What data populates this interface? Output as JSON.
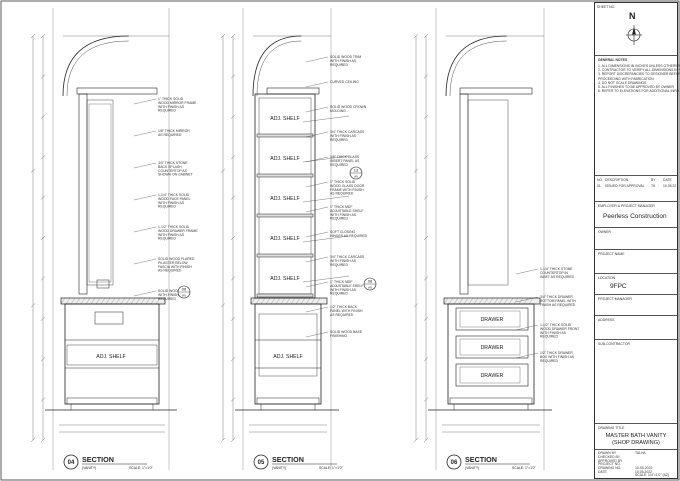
{
  "sections": [
    {
      "number": "04",
      "title": "SECTION",
      "sub": "(VANITY)",
      "scale": "SCALE: 1\"=1'0\"",
      "shelf_labels": [
        "ADJ. SHELF"
      ],
      "notes": [
        "1\" THICK SOLID WOOD MIRROR FRAME WITH FINISH AS REQUIRED",
        "1/8\" THICK MIRROR AS REQUIRED",
        "3/4\" THICK STONE BACK SPLASH COUNTERTOP AS SHOWN ON CABINET",
        "1-1/4\" THICK SOLID WOOD FACE PANEL WITH FINISH AS REQUIRED",
        "1-1/2\" THICK SOLID WOOD DRAWER FRAME WITH FINISH AS REQUIRED",
        "SOLID WOOD FLARED PILASTER BELOW FASCIA WITH FINISH AS REQUIRED",
        "SOLID WOOD BASE WITH FINISH AS REQUIRED"
      ],
      "callouts": [
        "06",
        "A9"
      ]
    },
    {
      "number": "05",
      "title": "SECTION",
      "sub": "(VANITY)",
      "scale": "SCALE: 1\"=1'0\"",
      "shelf_labels": [
        "ADJ. SHELF",
        "ADJ. SHELF",
        "ADJ. SHELF",
        "ADJ. SHELF",
        "ADJ. SHELF"
      ],
      "notes": [
        "SOLID WOOD TRIM WITH FINISH AS REQUIRED",
        "CURVED CEILING",
        "SOLID WOOD CROWN MOLDING",
        "3/4\" THICK CARCASS WITH FINISH AS REQUIRED",
        "3/8\" THICK GLASS INSERT PANEL AS REQUIRED",
        "1\" THICK SOLID WOOD GLASS DOOR FRAME WITH FINISH AS REQUIRED",
        "1\" THICK MDF ADJUSTABLE SHELF WITH FINISH AS REQUIRED",
        "SOFT CLOSING HINGES AS REQUIRED",
        "3/4\" THICK CARCASS WITH FINISH AS REQUIRED",
        "1\" THICK MDF ADJUSTABLE SHELF WITH FINISH AS REQUIRED",
        "1/2\" THICK BACK PANEL WITH FINISH AS REQUIRED",
        "SOLID WOOD BASE FINISHING"
      ],
      "callouts": [
        "13",
        "A9"
      ]
    },
    {
      "number": "06",
      "title": "SECTION",
      "sub": "(VANITY)",
      "scale": "SCALE: 1\"=1'0\"",
      "drawer_labels": [
        "DRAWER",
        "DRAWER",
        "DRAWER"
      ],
      "notes": [
        "1-1/4\" THICK STONE COUNTERTOP IN INSET AS REQUIRED",
        "3/4\" THICK DRAWER BOTTOM PANEL WITH FINISH AS REQUIRED",
        "1-1/2\" THICK SOLID WOOD DRAWER FRONT WITH FINISH AS REQUIRED",
        "1/2\" THICK DRAWER BOX WITH FINISH AS REQUIRED"
      ],
      "callouts": []
    }
  ],
  "title_block": {
    "north_label": "N",
    "general_notes_title": "GENERAL NOTES",
    "general_notes": [
      "1. ALL DIMENSIONS IN INCHES UNLESS OTHERWISE NOTED",
      "2. CONTRACTOR TO VERIFY ALL DIMENSIONS IN FIELD",
      "3. REPORT DISCREPANCIES TO DESIGNER BEFORE",
      "   PROCEEDING WITH FABRICATION",
      "4. DO NOT SCALE DRAWINGS",
      "5. ALL FINISHES TO BE APPROVED BY OWNER",
      "6. REFER TO ELEVATIONS FOR ADDITIONAL INFO"
    ],
    "revision_header": [
      "NO.",
      "DESCRIPTION",
      "BY",
      "DATE"
    ],
    "revision_rows": [
      [
        "01",
        "ISSUED FOR APPROVAL",
        "TK",
        "10.05.22"
      ]
    ],
    "label_contractor": "EMPLOYER & PROJECT MANAGER",
    "company": "Peerless Construction",
    "label_owner": "OWNER",
    "label_project": "PROJECT NAME",
    "label_location": "LOCATION",
    "project": "9FPC",
    "label_project_manager": "PROJECT MANAGER",
    "label_address": "ADDRESS",
    "label_subcontractor": "SUB-CONTRACTOR",
    "label_drawing_title": "DRAWING TITLE",
    "drawing_title_1": "MASTER BATH VANITY",
    "drawing_title_2": "(SHOP DRAWING)",
    "info_rows": [
      [
        "DRAWN BY",
        "TALHA"
      ],
      [
        "CHECKED BY",
        ""
      ],
      [
        "APPROVED BY",
        ""
      ],
      [
        "PROJECT NO.",
        ""
      ],
      [
        "DRAWING NO.",
        "10-05-2022"
      ],
      [
        "DATE",
        "10.05.2022"
      ]
    ],
    "scale_text": "SCALE: 1/4\"=1'0\" (A2)"
  }
}
